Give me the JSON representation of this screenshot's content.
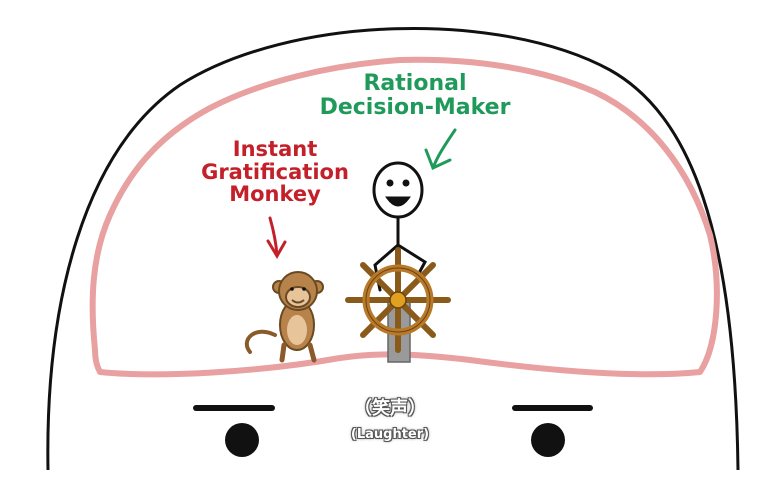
{
  "labels": {
    "rational": [
      "Rational",
      "Decision-Maker"
    ],
    "monkey": [
      "Instant",
      "Gratification",
      "Monkey"
    ]
  },
  "caption": {
    "zh": "（笑声）",
    "en": "(Laughter)"
  },
  "colors": {
    "rational_label": "#1f9a5a",
    "monkey_label": "#c4202a",
    "brain_outline": "#e8a0a0",
    "head_outline": "#111111",
    "monkey_fur": "#b8834a",
    "wheel_wood": "#b87a2a",
    "pedestal": "#9a9a9a"
  },
  "icons": [
    "stick-figure-icon",
    "monkey-icon",
    "ship-wheel-icon",
    "arrow-down-icon"
  ]
}
